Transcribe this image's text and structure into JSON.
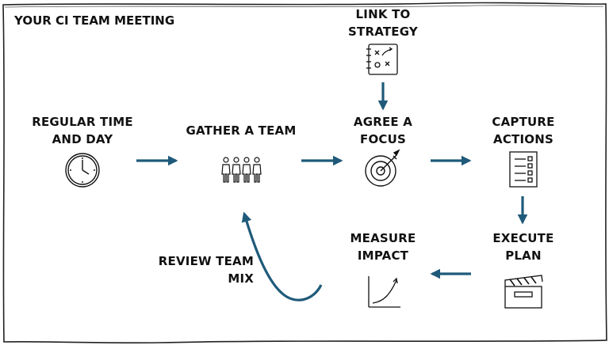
{
  "title": "YOUR CI TEAM MEETING",
  "nodes": {
    "regular_time": "REGULAR TIME\nAND DAY",
    "gather_team": "GATHER A TEAM",
    "link_strategy": "LINK TO\nSTRATEGY",
    "agree_focus": "AGREE A\nFOCUS",
    "capture_actions": "CAPTURE\nACTIONS",
    "execute_plan": "EXECUTE\nPLAN",
    "measure_impact": "MEASURE\nIMPACT",
    "review_mix": "REVIEW TEAM\nMIX"
  },
  "colors": {
    "arrow": "#1f5a7a",
    "ink": "#111111",
    "frame": "#222222"
  },
  "icons": [
    "clock-icon",
    "team-icon",
    "strategy-board-icon",
    "target-icon",
    "checklist-icon",
    "clapperboard-icon",
    "growth-chart-icon"
  ]
}
